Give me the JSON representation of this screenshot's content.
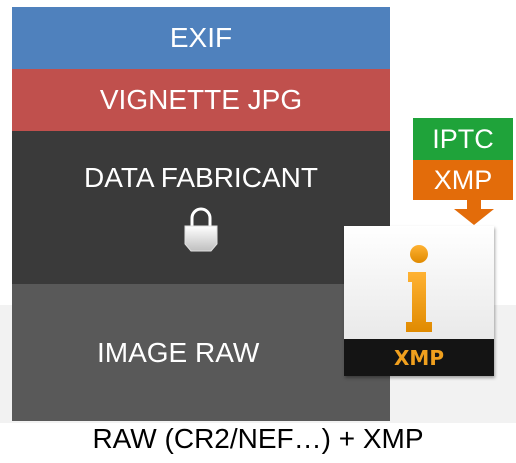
{
  "blocks": {
    "exif": "EXIF",
    "vignette": "VIGNETTE JPG",
    "maker_data": "DATA FABRICANT",
    "raw_image": "IMAGE RAW"
  },
  "tags": {
    "iptc": "IPTC",
    "xmp": "XMP"
  },
  "file_icon": {
    "label": "XMP",
    "icon": "info-icon"
  },
  "caption": "RAW (CR2/NEF…) + XMP",
  "colors": {
    "exif": "#4f81bd",
    "vignette": "#c0504d",
    "maker_data": "#3a3a3a",
    "raw_image": "#595959",
    "iptc": "#1fa33a",
    "xmp": "#e36c0a",
    "file_accent": "#f0a01e"
  }
}
